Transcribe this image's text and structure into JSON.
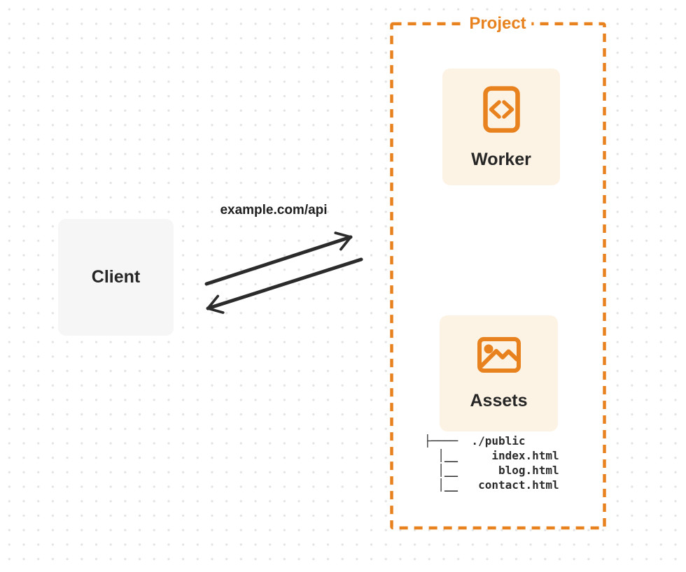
{
  "colors": {
    "accent": "#E8821E",
    "card-bg": "#FDF3E4",
    "client-bg": "#F6F6F7",
    "ink": "#2B2B2B",
    "dot": "#E3E3E3"
  },
  "project": {
    "label": "Project"
  },
  "worker": {
    "label": "Worker",
    "icon": "code-document-icon"
  },
  "assets": {
    "label": "Assets",
    "icon": "image-icon"
  },
  "client": {
    "label": "Client"
  },
  "request": {
    "label": "example.com/api"
  },
  "file_tree": {
    "root": "./public",
    "files": [
      "index.html",
      "blog.html",
      "contact.html"
    ],
    "lines": [
      "├────  ./public",
      "  │__     index.html",
      "  │__      blog.html",
      "  │__   contact.html"
    ]
  }
}
